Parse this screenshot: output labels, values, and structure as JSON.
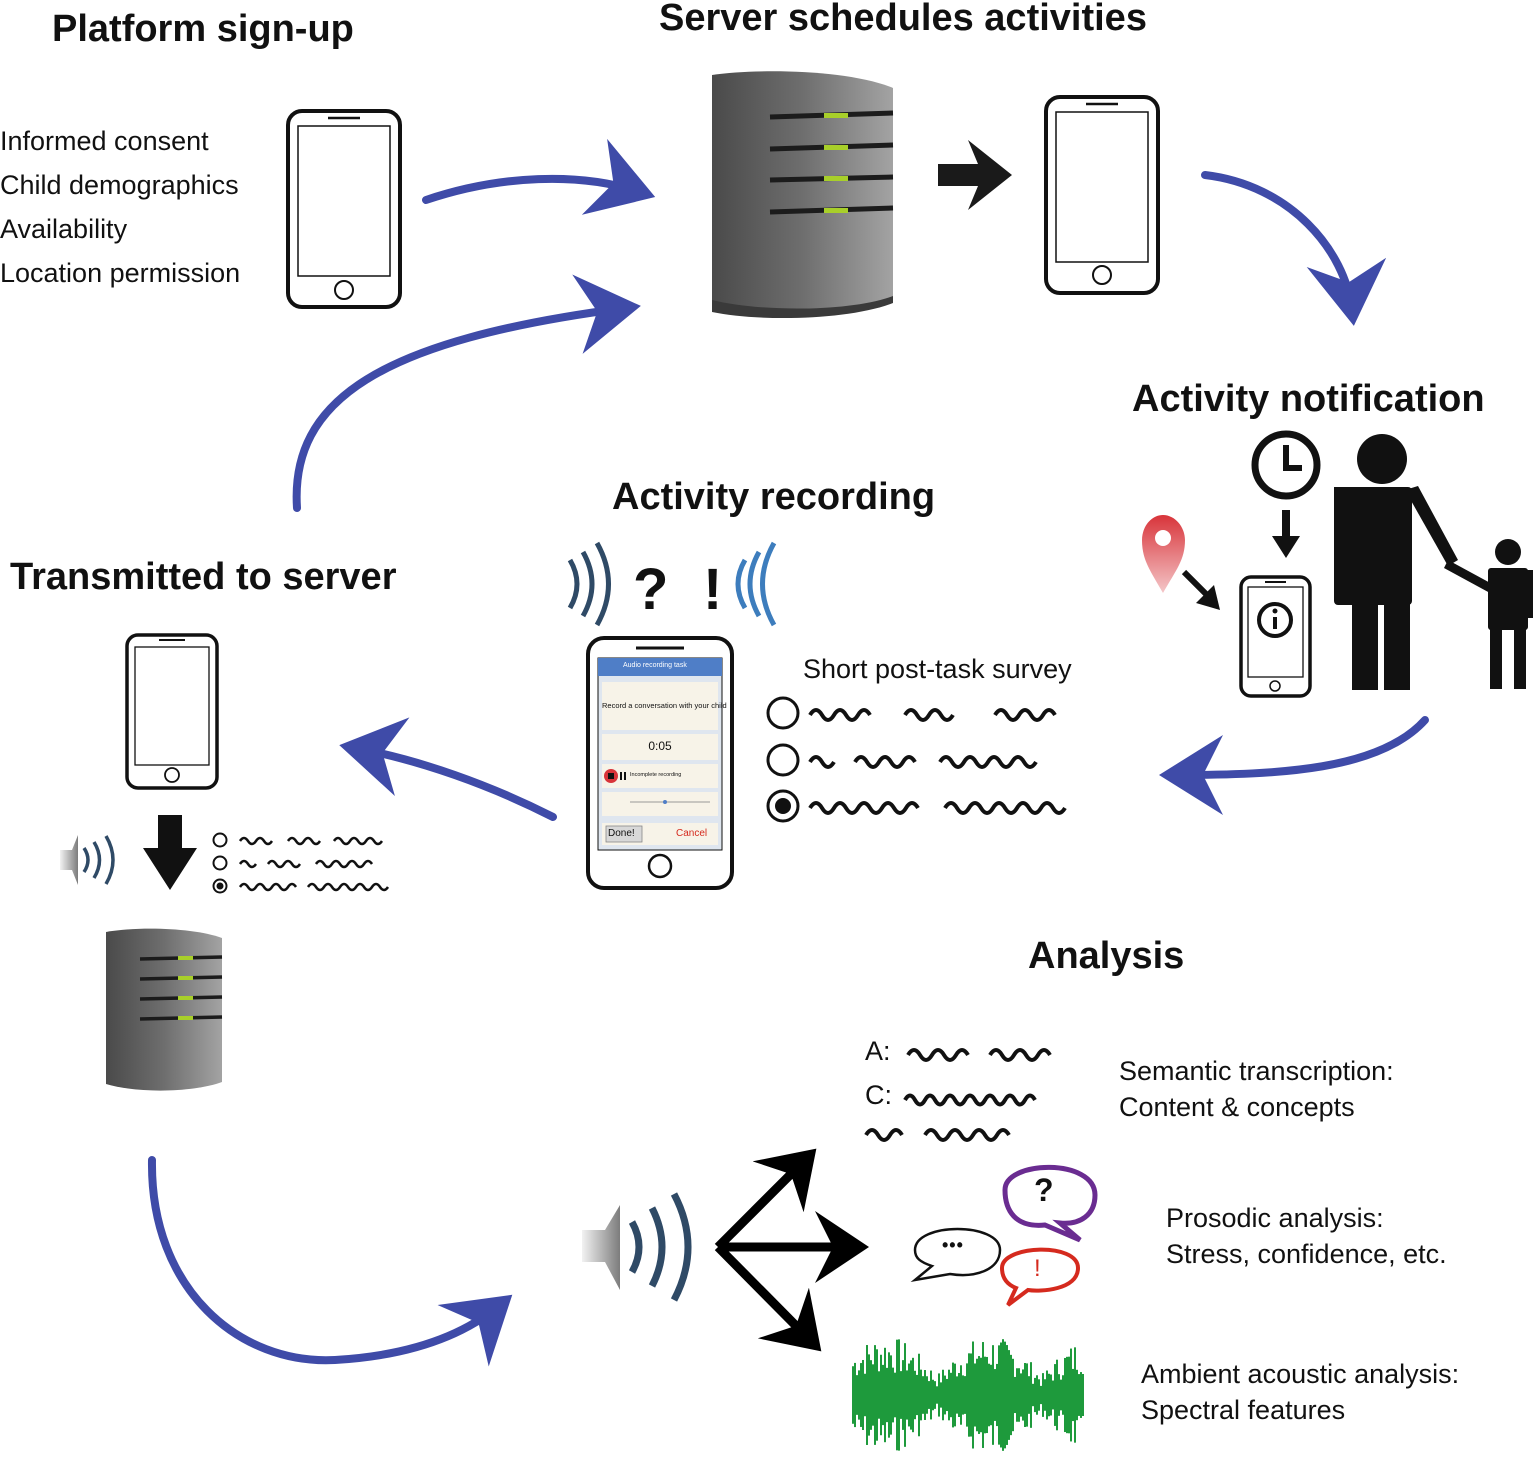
{
  "sections": {
    "signup": {
      "title": "Platform sign-up",
      "items": [
        "Informed consent",
        "Child demographics",
        "Availability",
        "Location permission"
      ]
    },
    "server": {
      "title": "Server schedules activities"
    },
    "notification": {
      "title": "Activity notification"
    },
    "recording": {
      "title": "Activity recording",
      "question_mark": "?",
      "exclamation_mark": "!",
      "survey_title": "Short post-task survey"
    },
    "transmit": {
      "title": "Transmitted to server"
    },
    "analysis": {
      "title": "Analysis",
      "speaker_a": "A:",
      "speaker_c": "C:",
      "semantic": [
        "Semantic transcription:",
        "Content & concepts"
      ],
      "prosodic": [
        "Prosodic analysis:",
        "Stress, confidence, etc."
      ],
      "ambient": [
        "Ambient acoustic analysis:",
        "Spectral features"
      ],
      "bubble_question": "?",
      "bubble_exclaim": "!",
      "bubble_dots": "•••"
    }
  },
  "phone_app": {
    "header": "Audio recording task",
    "prompt": "Record a conversation with your child",
    "timer": "0:05",
    "checkbox_label": "Incomplete recording",
    "done_label": "Done!",
    "cancel_label": "Cancel"
  },
  "colors": {
    "flow_arrow": "#3f4ba8",
    "server_body": "#6b6b6b",
    "server_light": "#a8cf2a",
    "waveform": "#1e9a3c",
    "map_pin": "#d8343a",
    "bubble_question": "#6a2c91",
    "bubble_exclaim": "#d52a1e",
    "sound_waves": "#2f4a66"
  },
  "icons": [
    "phone-icon",
    "server-icon",
    "clock-icon",
    "map-pin-icon",
    "info-icon",
    "adult-figure-icon",
    "child-figure-icon",
    "speaker-icon",
    "speech-bubble-icon",
    "waveform-icon"
  ]
}
